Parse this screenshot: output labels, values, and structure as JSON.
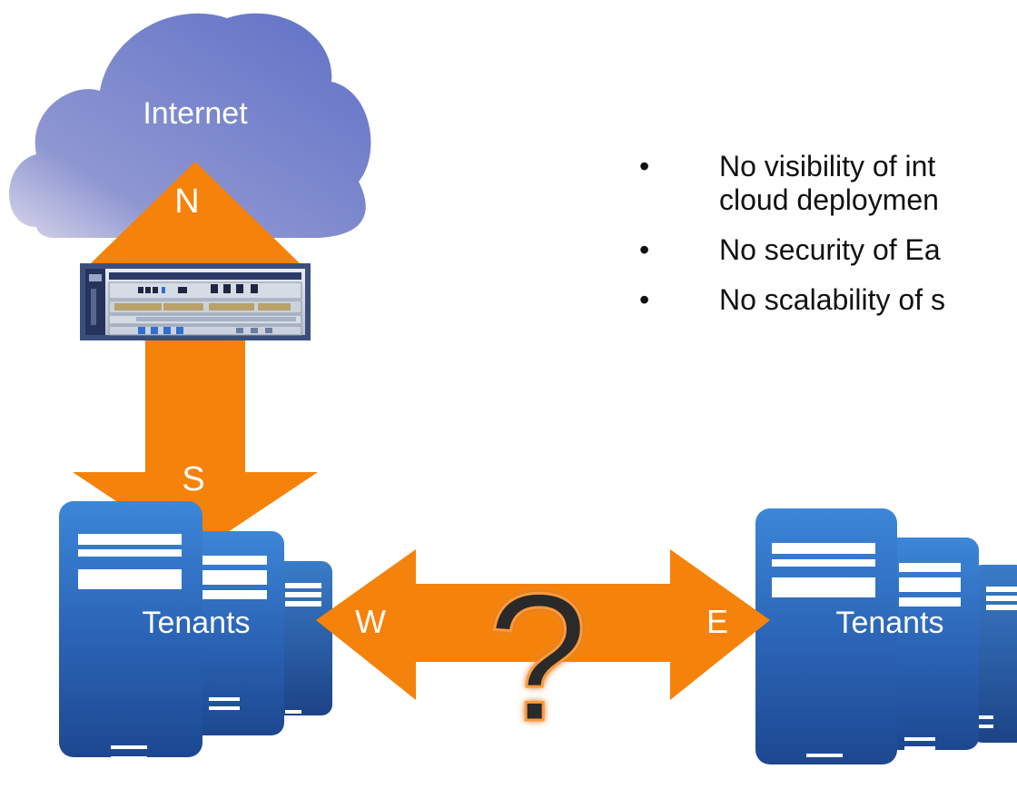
{
  "cloud": {
    "label": "Internet"
  },
  "arrows": {
    "north": "N",
    "south": "S",
    "west": "W",
    "east": "E",
    "question": "?"
  },
  "tenants": {
    "left_label": "Tenants",
    "right_label": "Tenants"
  },
  "bullets": [
    {
      "marker": "•",
      "text": "No visibility of int\ncloud deploymen"
    },
    {
      "marker": "•",
      "text": "No security of Ea"
    },
    {
      "marker": "•",
      "text": "No scalability of s"
    }
  ],
  "colors": {
    "arrow": "#f5820a",
    "cloud": "#6a78c6",
    "server": "#2a62b4",
    "device": "#3c4f7c"
  }
}
